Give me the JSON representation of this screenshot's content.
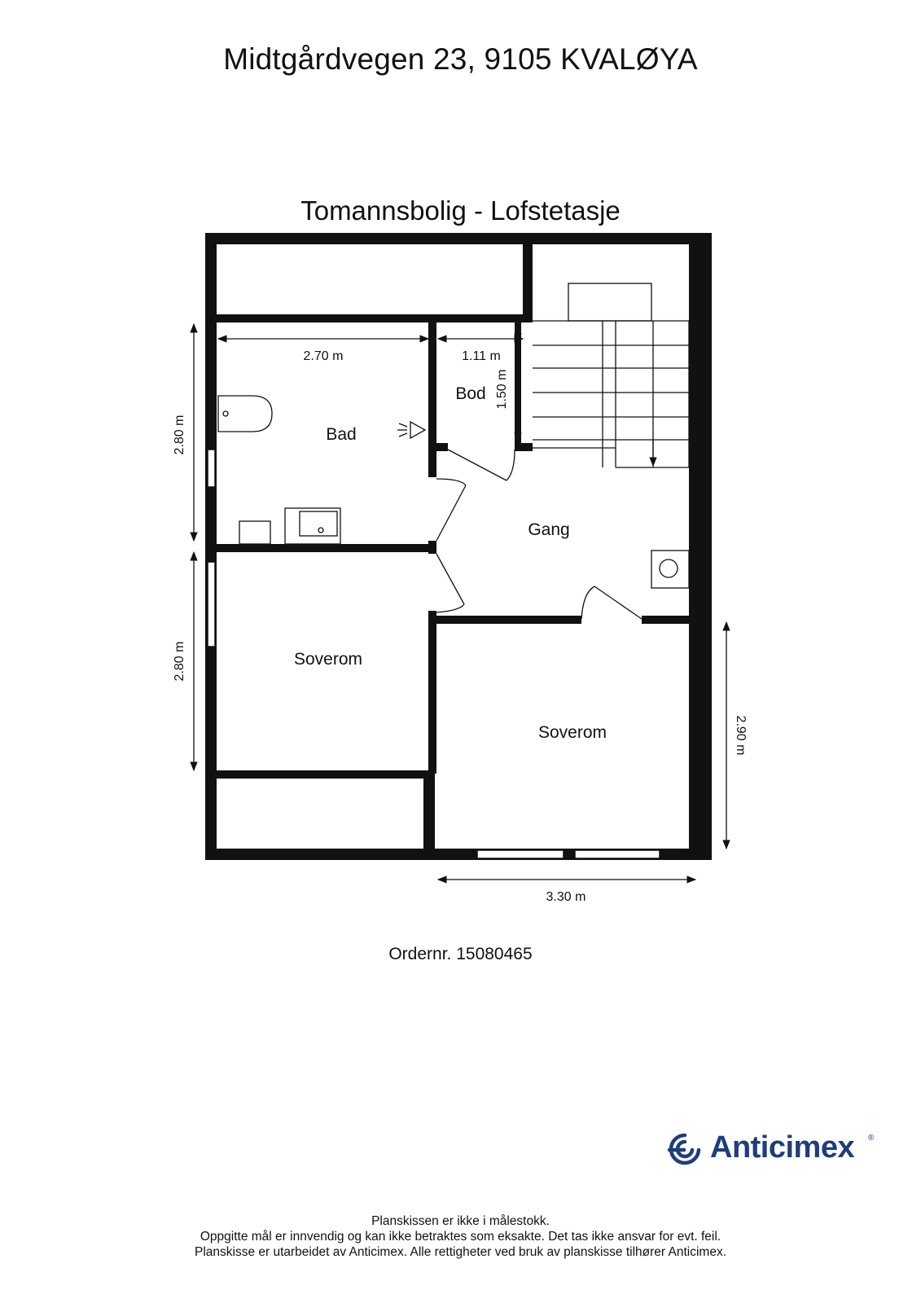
{
  "header": {
    "address": "Midtgårdvegen 23, 9105 KVALØYA",
    "floor_title": "Tomannsbolig - Lofstetasje"
  },
  "rooms": {
    "bad": "Bad",
    "bod": "Bod",
    "gang": "Gang",
    "soverom_left": "Soverom",
    "soverom_right": "Soverom"
  },
  "dimensions": {
    "bad_width": "2.70 m",
    "bod_width": "1.11 m",
    "bod_depth": "1.50 m",
    "bad_depth": "2.80 m",
    "soverom_left_depth": "2.80 m",
    "soverom_right_depth": "2.90 m",
    "soverom_right_width": "3.30 m"
  },
  "order": "Ordernr. 15080465",
  "logo": {
    "name": "Anticimex",
    "brand_color": "#1f3d7a"
  },
  "footer": {
    "line1": "Planskissen er ikke i målestokk.",
    "line2": "Oppgitte mål er innvendig og kan ikke betraktes som eksakte. Det tas ikke ansvar for evt. feil.",
    "line3": "Planskisse er utarbeidet av Anticimex. Alle rettigheter ved bruk av planskisse tilhører Anticimex."
  }
}
